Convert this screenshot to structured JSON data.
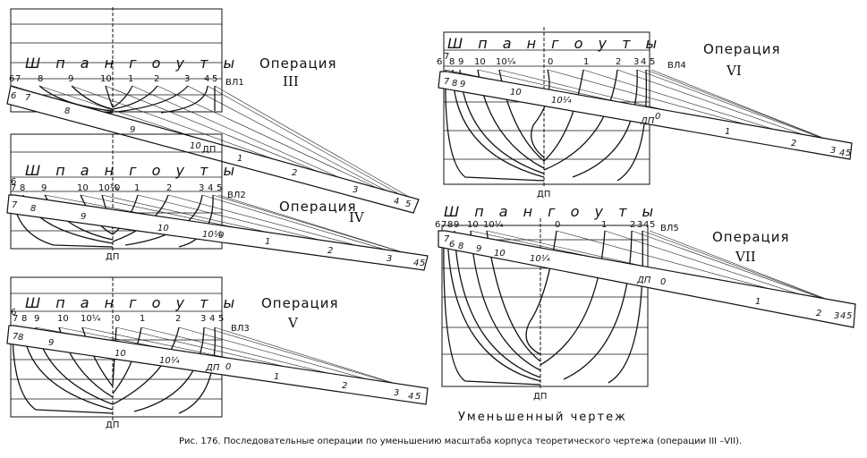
{
  "caption": "Рис. 176. Последовательные операции по уменьшению масштаба корпуса теоретического чертежа (операции III –VII).",
  "reduced_drawing_label": "Уменьшенный чертеж",
  "frames_header": "Ш п а н г о у т ы",
  "center_plane_label": "ДП",
  "operation_word": "Операция",
  "operations": [
    {
      "id": "III",
      "waterline": "ВЛ1",
      "top_ticks": [
        "6",
        "7",
        "8",
        "9",
        "10",
        "1",
        "2",
        "3",
        "4",
        "5"
      ],
      "rule_ticks": [
        "6",
        "7",
        "8",
        "9",
        "10",
        "1",
        "2",
        "3",
        "4",
        "5"
      ],
      "zero_label": "ДП"
    },
    {
      "id": "IV",
      "waterline": "ВЛ2",
      "top_ticks": [
        "6",
        "7",
        "8",
        "9",
        "10",
        "10¼",
        "0",
        "1",
        "2",
        "3",
        "4",
        "5"
      ],
      "rule_ticks": [
        "7",
        "8",
        "9",
        "10",
        "10¼",
        "0",
        "1",
        "2",
        "3",
        "4",
        "5"
      ],
      "zero_label": "ДП"
    },
    {
      "id": "V",
      "waterline": "ВЛ3",
      "top_ticks": [
        "6",
        "7",
        "8",
        "9",
        "10",
        "10¼",
        "0",
        "1",
        "2",
        "3",
        "4",
        "5"
      ],
      "rule_ticks": [
        "7",
        "8",
        "9",
        "10",
        "10¼",
        "ДП",
        "0",
        "1",
        "2",
        "3",
        "4",
        "5"
      ],
      "zero_label": "ДП"
    },
    {
      "id": "VI",
      "waterline": "ВЛ4",
      "top_ticks": [
        "6",
        "7",
        "8",
        "9",
        "10",
        "10¼",
        "0",
        "1",
        "2",
        "3",
        "4",
        "5"
      ],
      "rule_ticks": [
        "7",
        "8",
        "9",
        "10",
        "10¼",
        "ДП",
        "0",
        "1",
        "2",
        "3",
        "4",
        "5"
      ],
      "zero_label": "ДП"
    },
    {
      "id": "VII",
      "waterline": "ВЛ5",
      "top_ticks": [
        "6",
        "7",
        "8",
        "9",
        "10",
        "10¼",
        "0",
        "1",
        "2",
        "3",
        "4",
        "5"
      ],
      "rule_ticks": [
        "7",
        "6",
        "8",
        "9",
        "10",
        "10¼",
        "ДП",
        "0",
        "1",
        "2",
        "3",
        "4",
        "5"
      ],
      "zero_label": "ДП"
    }
  ]
}
